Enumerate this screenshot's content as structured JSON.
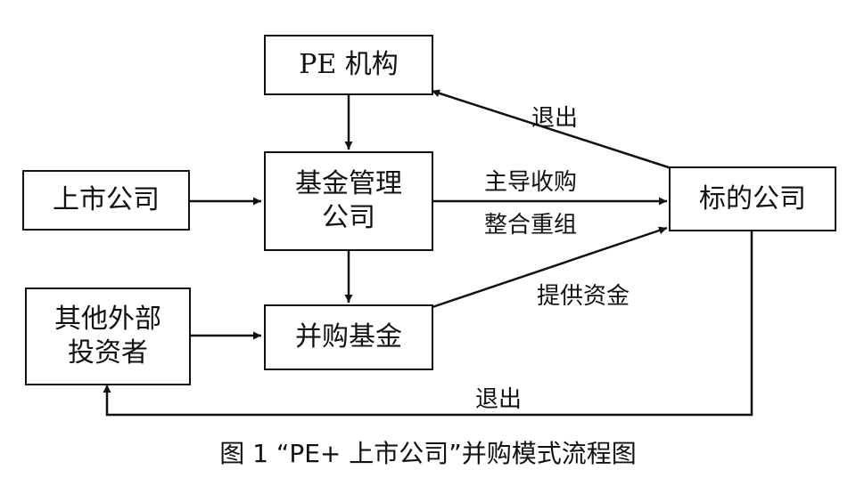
{
  "nodes": {
    "pe_institution": "PE 机构",
    "fund_manager": "基金管理\n公司",
    "listed_company": "上市公司",
    "target_company": "标的公司",
    "other_investors": "其他外部\n投资者",
    "ma_fund": "并购基金"
  },
  "edge_labels": {
    "exit_to_pe": "退出",
    "lead_acquisition": "主导收购",
    "integration": "整合重组",
    "provide_funds": "提供资金",
    "exit_to_investors": "退出"
  },
  "caption": "图 1  “PE+ 上市公司”并购模式流程图"
}
